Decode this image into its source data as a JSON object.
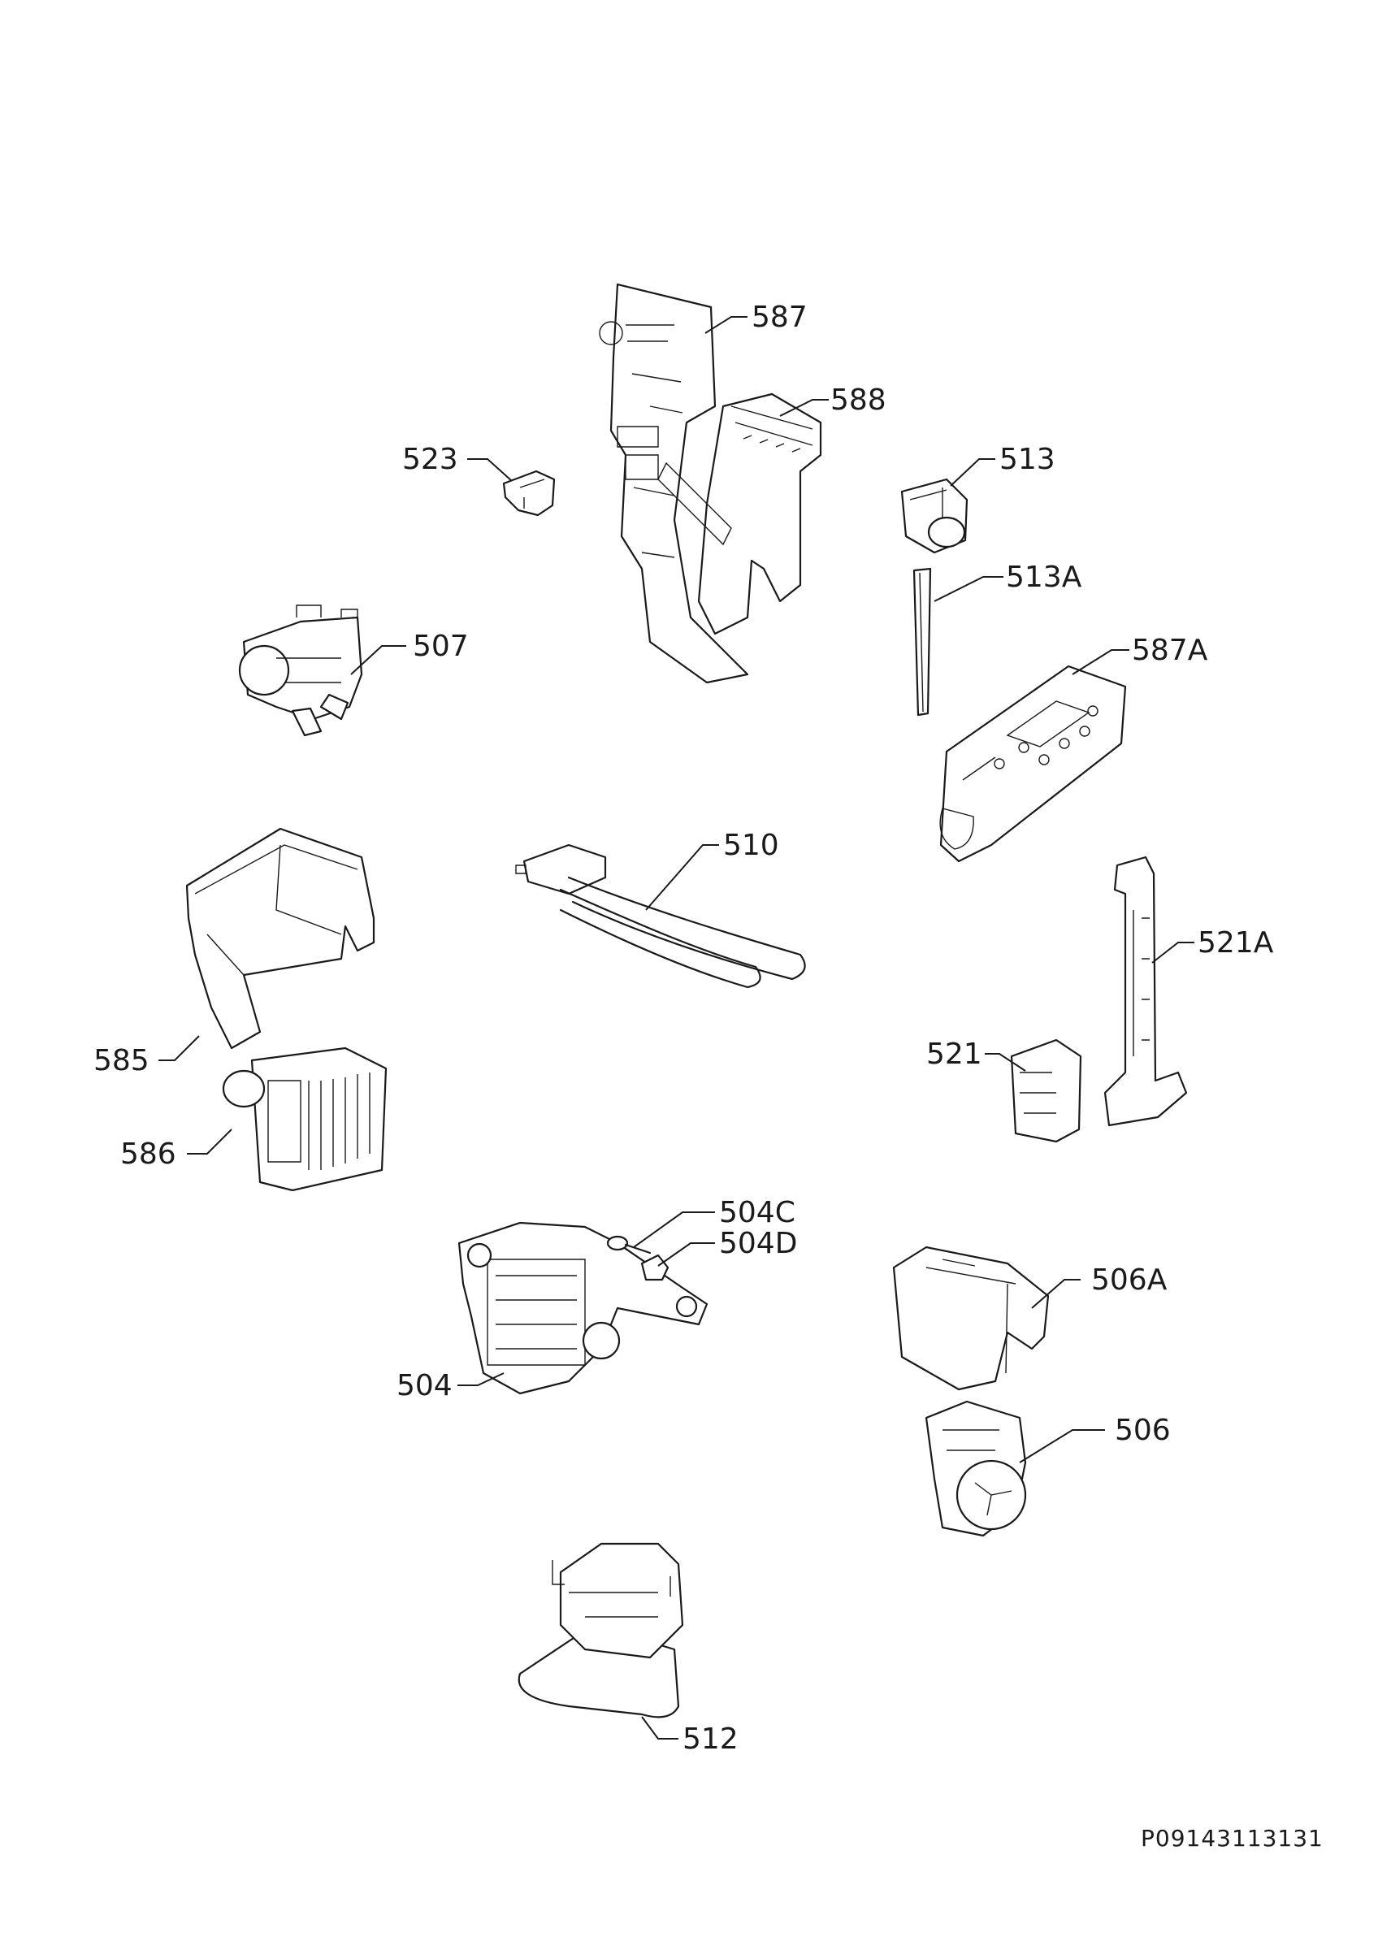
{
  "document_number": "P09143113131",
  "callouts": {
    "c587": "587",
    "c588": "588",
    "c523": "523",
    "c513": "513",
    "c513A": "513A",
    "c507": "507",
    "c587A": "587A",
    "c510": "510",
    "c521A": "521A",
    "c585": "585",
    "c521": "521",
    "c586": "586",
    "c504C": "504C",
    "c504D": "504D",
    "c506A": "506A",
    "c504": "504",
    "c506": "506",
    "c512": "512"
  }
}
